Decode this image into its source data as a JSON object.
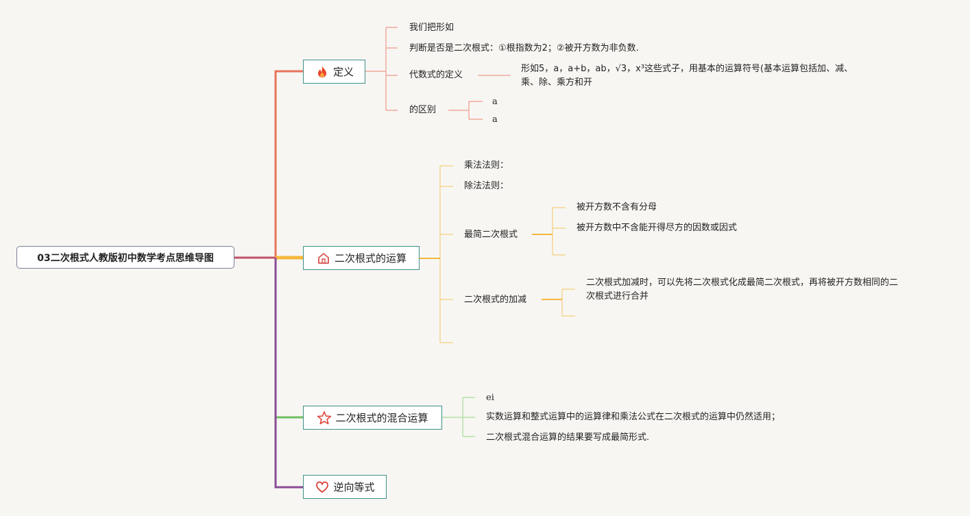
{
  "root": {
    "title": "03二次根式人教版初中数学考点思维导图"
  },
  "branches": {
    "b1": {
      "label": "定义",
      "icon": "fire-icon",
      "color": "#e8735a",
      "items": {
        "i1": "我们把形如",
        "i2": "判断是否是二次根式：①根指数为2；②被开方数为非负数.",
        "i3": "代数式的定义",
        "i3_detail_line1": "形如5，a，a+b，ab，√3，x³这些式子，用基本的运算符号(基本运算包括加、减、",
        "i3_detail_line2": "乘、除、乘方和开",
        "i4": "的区别",
        "i4_sub1": "a",
        "i4_sub2": "a"
      }
    },
    "b2": {
      "label": "二次根式的运算",
      "icon": "home-icon",
      "color": "#f5b83c",
      "items": {
        "i1": "乘法法则：",
        "i2": "除法法则：",
        "i3": "最简二次根式",
        "i3_sub1": "被开方数不含有分母",
        "i3_sub2": "被开方数中不含能开得尽方的因数或因式",
        "i4": "二次根式的加减",
        "i4_sub_line1": "二次根式加减时，可以先将二次根式化成最简二次根式，再将被开方数相同的二",
        "i4_sub_line2": "次根式进行合并"
      }
    },
    "b3": {
      "label": "二次根式的混合运算",
      "icon": "star-icon",
      "color": "#6cbf5c",
      "items": {
        "i1": "ei",
        "i2": "实数运算和整式运算中的运算律和乘法公式在二次根式的运算中仍然适用；",
        "i3": "二次根式混合运算的结果要写成最简形式."
      }
    },
    "b4": {
      "label": "逆向等式",
      "icon": "heart-icon",
      "color": "#8a4c93"
    }
  }
}
